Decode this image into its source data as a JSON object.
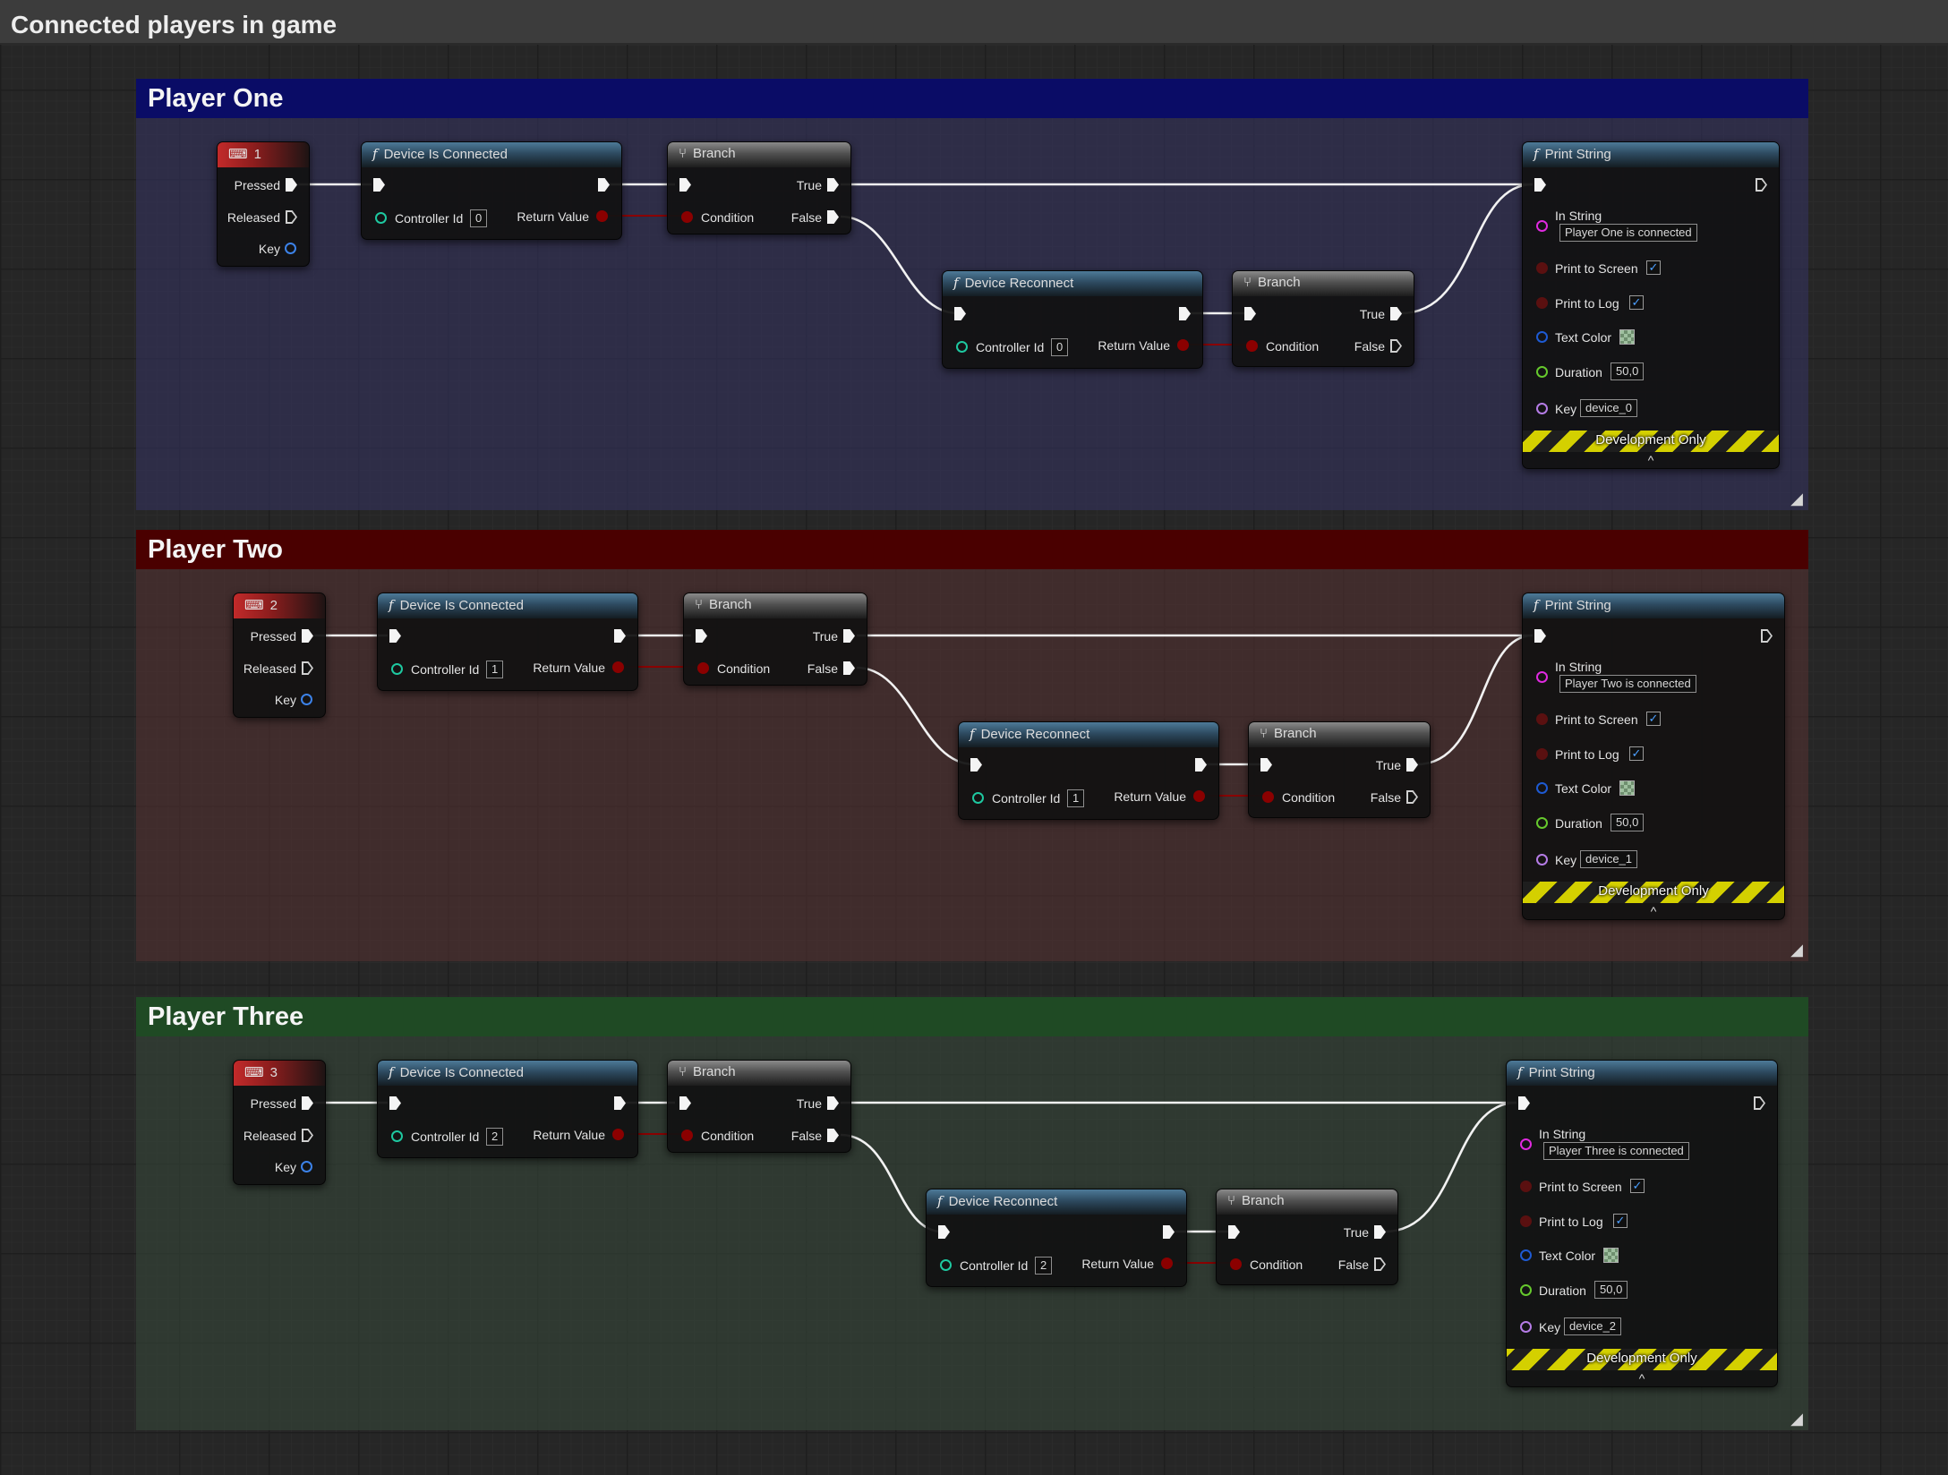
{
  "graph_title": "Connected players in game",
  "groups": [
    {
      "title": "Player One",
      "header_color": "#0a0c66",
      "body_color": "rgba(52,50,92,0.62)",
      "key_node": {
        "label": "1",
        "pins": {
          "pressed": "Pressed",
          "released": "Released",
          "key": "Key"
        }
      },
      "connected_node": {
        "title": "Device Is Connected",
        "controller_label": "Controller Id",
        "controller_value": "0",
        "return_label": "Return Value"
      },
      "branch1": {
        "title": "Branch",
        "condition": "Condition",
        "true_label": "True",
        "false_label": "False"
      },
      "reconnect_node": {
        "title": "Device Reconnect",
        "controller_label": "Controller Id",
        "controller_value": "0",
        "return_label": "Return Value"
      },
      "branch2": {
        "title": "Branch",
        "condition": "Condition",
        "true_label": "True",
        "false_label": "False"
      },
      "print_node": {
        "title": "Print String",
        "in_string_label": "In String",
        "in_string_value": "Player One is connected",
        "print_screen_label": "Print to Screen",
        "print_screen_checked": "✓",
        "print_log_label": "Print to Log",
        "print_log_checked": "✓",
        "text_color_label": "Text Color",
        "duration_label": "Duration",
        "duration_value": "50,0",
        "key_label": "Key",
        "key_value": "device_0",
        "dev_only": "Development Only",
        "caret": "^"
      }
    },
    {
      "title": "Player Two",
      "header_color": "#4a0000",
      "body_color": "rgba(80,48,48,0.62)",
      "key_node": {
        "label": "2",
        "pins": {
          "pressed": "Pressed",
          "released": "Released",
          "key": "Key"
        }
      },
      "connected_node": {
        "title": "Device Is Connected",
        "controller_label": "Controller Id",
        "controller_value": "1",
        "return_label": "Return Value"
      },
      "branch1": {
        "title": "Branch",
        "condition": "Condition",
        "true_label": "True",
        "false_label": "False"
      },
      "reconnect_node": {
        "title": "Device Reconnect",
        "controller_label": "Controller Id",
        "controller_value": "1",
        "return_label": "Return Value"
      },
      "branch2": {
        "title": "Branch",
        "condition": "Condition",
        "true_label": "True",
        "false_label": "False"
      },
      "print_node": {
        "title": "Print String",
        "in_string_label": "In String",
        "in_string_value": "Player Two  is connected",
        "print_screen_label": "Print to Screen",
        "print_screen_checked": "✓",
        "print_log_label": "Print to Log",
        "print_log_checked": "✓",
        "text_color_label": "Text Color",
        "duration_label": "Duration",
        "duration_value": "50,0",
        "key_label": "Key",
        "key_value": "device_1",
        "dev_only": "Development Only",
        "caret": "^"
      }
    },
    {
      "title": "Player Three",
      "header_color": "#1f4a24",
      "body_color": "rgba(54,70,56,0.62)",
      "key_node": {
        "label": "3",
        "pins": {
          "pressed": "Pressed",
          "released": "Released",
          "key": "Key"
        }
      },
      "connected_node": {
        "title": "Device Is Connected",
        "controller_label": "Controller Id",
        "controller_value": "2",
        "return_label": "Return Value"
      },
      "branch1": {
        "title": "Branch",
        "condition": "Condition",
        "true_label": "True",
        "false_label": "False"
      },
      "reconnect_node": {
        "title": "Device Reconnect",
        "controller_label": "Controller Id",
        "controller_value": "2",
        "return_label": "Return Value"
      },
      "branch2": {
        "title": "Branch",
        "condition": "Condition",
        "true_label": "True",
        "false_label": "False"
      },
      "print_node": {
        "title": "Print String",
        "in_string_label": "In String",
        "in_string_value": "Player Three  is connected",
        "print_screen_label": "Print to Screen",
        "print_screen_checked": "✓",
        "print_log_label": "Print to Log",
        "print_log_checked": "✓",
        "text_color_label": "Text Color",
        "duration_label": "Duration",
        "duration_value": "50,0",
        "key_label": "Key",
        "key_value": "device_2",
        "dev_only": "Development Only",
        "caret": "^"
      }
    }
  ],
  "colors": {
    "exec": "#f4f4f4",
    "bool_pin": "#8b0000",
    "int_pin": "#1ec8a0",
    "string_pin": "#e02ae0",
    "struct_pin": "#1e5ad2",
    "float_pin": "#66c92d",
    "name_pin": "#b57ce6",
    "key_pin": "#3c82e8",
    "dev_stripe": "#d4d000"
  }
}
